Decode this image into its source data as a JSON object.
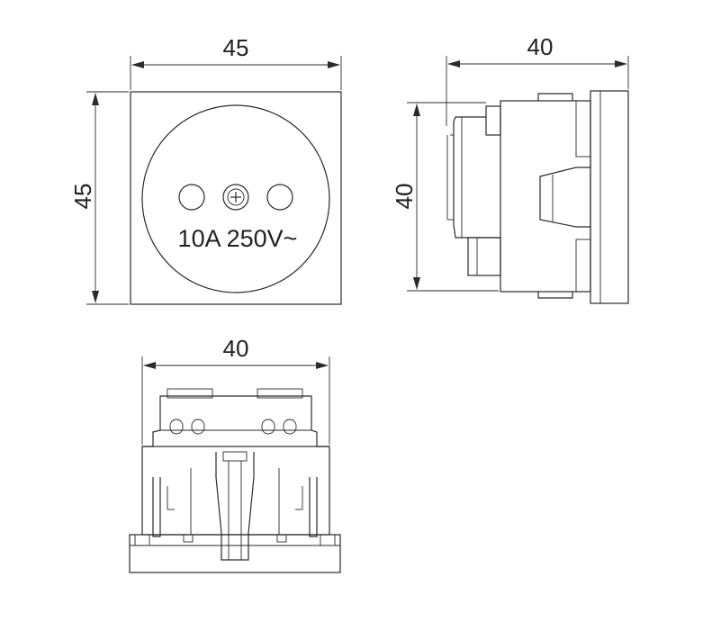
{
  "front_view": {
    "width_label": "45",
    "height_label": "45",
    "rating_text": "10A 250V~"
  },
  "side_view": {
    "depth_label": "40",
    "height_label": "40"
  },
  "bottom_view": {
    "width_label": "40"
  }
}
